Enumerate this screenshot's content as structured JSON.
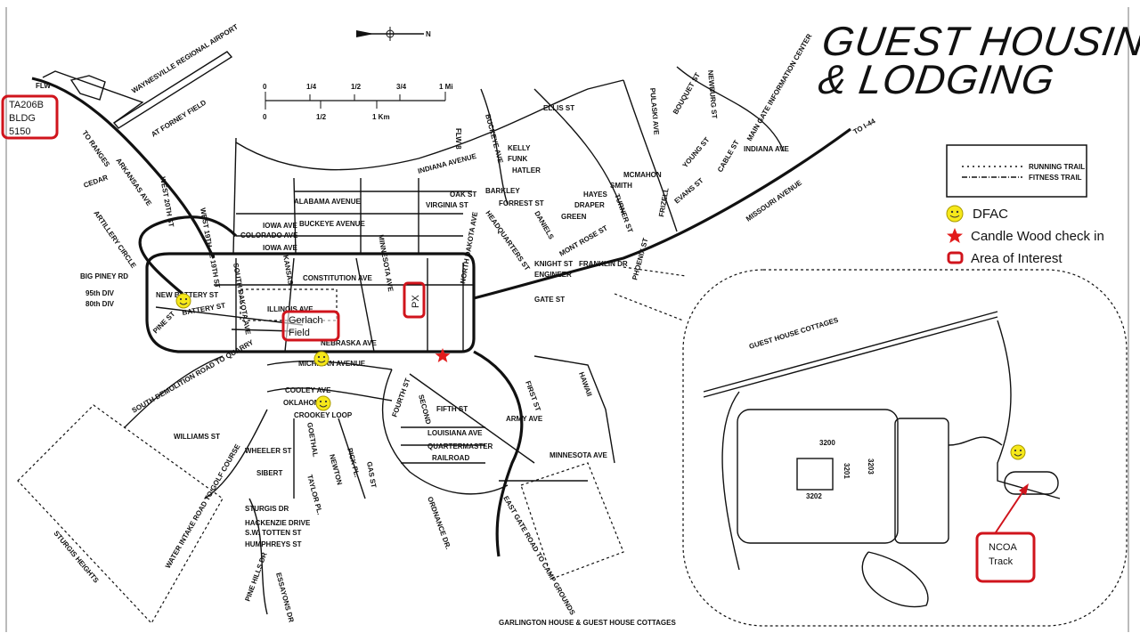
{
  "title": {
    "line1": "GUEST HOUSING",
    "line2": "& LODGING"
  },
  "legend": {
    "running_trail": "RUNNING TRAIL",
    "fitness_trail": "FITNESS TRAIL",
    "dfac": "DFAC",
    "candle_wood": "Candle Wood check in",
    "area_of_interest": "Area of Interest"
  },
  "scale": {
    "mi": [
      "0",
      "1/4",
      "1/2",
      "3/4",
      "1 Mi"
    ],
    "km": [
      "0",
      "1/2",
      "1 Km"
    ]
  },
  "compass": {
    "north": "N"
  },
  "annotations": {
    "ta206b": [
      "TA206B",
      "BLDG",
      "5150"
    ],
    "gerlach": [
      "Gerlach",
      "Field"
    ],
    "px": "PX",
    "ncoa": [
      "NCOA",
      "Track"
    ]
  },
  "places": {
    "airport": [
      "WAYNESVILLE REGIONAL AIRPORT",
      "AT FORNEY FIELD"
    ],
    "to_ranges": "TO RANGES",
    "flw": "FLW",
    "flw8": "FLW 8",
    "div": [
      "95th DIV",
      "80th DIV"
    ],
    "to_quarry": "SOUTH DEMOLITION ROAD TO QUARRY",
    "sturgis": "STURGIS HEIGHTS",
    "to_golf": "WATER INTAKE ROAD TO GOLF COURSE",
    "to_camp": "EAST GATE ROAD TO CAMP GROUNDS",
    "garlington": "GARLINGTON HOUSE & GUEST HOUSE COTTAGES",
    "main_gate": "MAIN GATE INFORMATION CENTER",
    "to_i44": "TO I-44",
    "guest_cottages": "GUEST HOUSE COTTAGES",
    "bldg_3200": "3200",
    "bldg_3201": "3201",
    "bldg_3202": "3202",
    "bldg_3203": "3203"
  },
  "streets": [
    "INDIANA AVENUE",
    "ALABAMA AVENUE",
    "BUCKEYE AVENUE",
    "COLORADO AVE",
    "IOWA AVE",
    "CONSTITUTION AVE",
    "ILLINOIS AVE",
    "NEBRASKA AVE",
    "MICHIGAN AVENUE",
    "COOLEY AVE",
    "OKLAHOMA",
    "BIG PINEY RD",
    "ARTILLERY CIRCLE",
    "ARKANSAS AVE",
    "CEDAR",
    "WEST 20TH ST",
    "MINNESOTA AVE",
    "KANSAS",
    "SOUTH DAKOTA AVE",
    "NORTH DAKOTA AVE",
    "HEADQUARTERS ST",
    "VIRGINIA ST",
    "OAK ST",
    "BUCKEYE AVE",
    "PULASKI AVE",
    "MISSOURI AVENUE",
    "YOUNG ST",
    "EVANS ST",
    "TURNER ST",
    "INDIANA AVE",
    "NEWBURG ST",
    "BOUQUET ST",
    "CABLE ST",
    "FRIZELL",
    "ELLIS ST",
    "KELLY",
    "FUNK",
    "HATLER",
    "DANIELS",
    "BARKLEY",
    "FORREST ST",
    "KNIGHT ST",
    "MONT ROSE ST",
    "FRANKLIN DR",
    "PHOENIX ST",
    "GATE ST",
    "HAWAII",
    "FIRST ST",
    "ARMY AVE",
    "SECOND",
    "FOURTH ST",
    "FIFTH ST",
    "LOUISIANA AVE",
    "QUARTERMASTER",
    "RAILROAD",
    "MINNESOTA AVE",
    "ORDNANCE DR.",
    "GAS ST",
    "PICK PL.",
    "NEWTON",
    "TAYLOR PL.",
    "CROOKEY LOOP",
    "GOETHAL",
    "SIBERT",
    "WHEELER ST",
    "WILLIAMS ST",
    "HACKENZIE DRIVE",
    "S.W. TOTTEN ST",
    "HUMPHREYS ST",
    "PINE HILLS DR",
    "ESSAYONS DR",
    "STURGIS DR",
    "NEW BATTERY ST",
    "BATTERY ST",
    "PINE ST",
    "E 19TH ST",
    "WEST 19TH",
    "IOWA AVE",
    "ENGINEER",
    "GREEN",
    "DRAPER",
    "HAYES",
    "SMITH",
    "MCMAHON"
  ],
  "colors": {
    "annotation_red": "#d0141c",
    "dfac_yellow": "#f6e81a",
    "map_ink": "#111111"
  }
}
